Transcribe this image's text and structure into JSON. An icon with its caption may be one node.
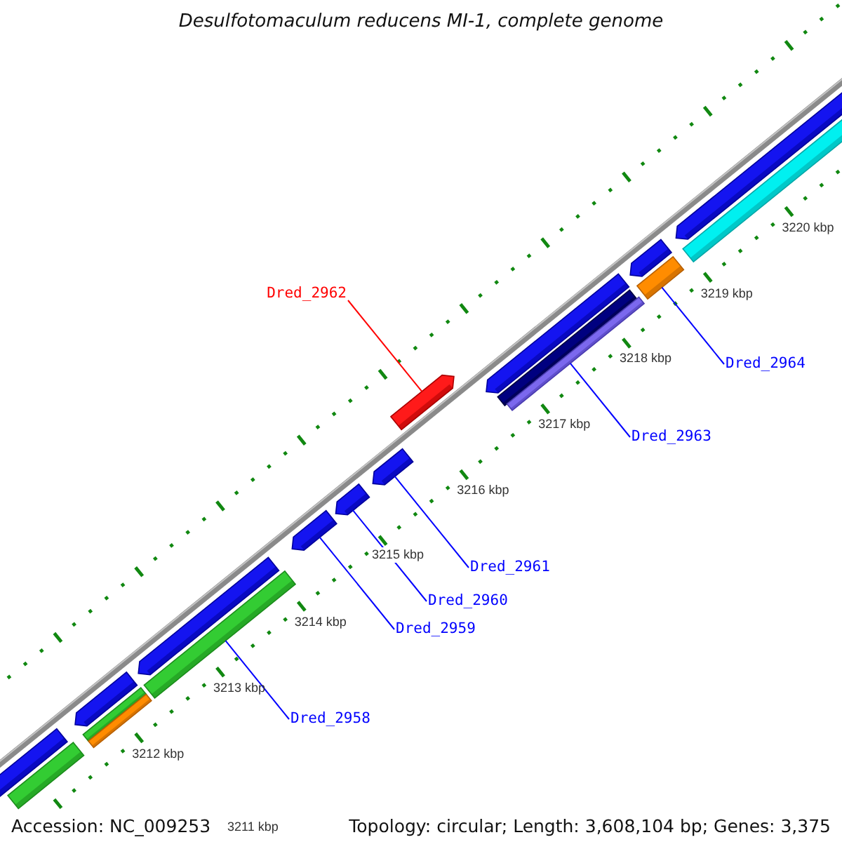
{
  "diagram": {
    "title": "Desulfotomaculum reducens MI-1, complete genome",
    "nodes": [
      {
        "text": [],
        "shape": "arrow"
      },
      {
        "text": [],
        "shape": "bar"
      },
      {
        "text": [],
        "shape": "arrow"
      },
      {
        "text": [],
        "shape": "bar"
      },
      {
        "text": [],
        "shape": "bar"
      },
      {
        "text": [],
        "shape": "arrow"
      },
      {
        "text": [],
        "shape": "bar"
      },
      {
        "text": [],
        "shape": "arrow"
      },
      {
        "text": [],
        "shape": "arrow"
      },
      {
        "text": [],
        "shape": "arrow"
      },
      {
        "text": [],
        "shape": "arrow"
      },
      {
        "text": [],
        "shape": "arrow"
      },
      {
        "text": [],
        "shape": "bar"
      },
      {
        "text": [],
        "shape": "bar"
      },
      {
        "text": [],
        "shape": "arrow"
      },
      {
        "text": [],
        "shape": "bar"
      },
      {
        "text": [],
        "shape": "arrow"
      },
      {
        "text": [],
        "shape": "bar"
      },
      {
        "text": [
          "Dred_2962"
        ]
      },
      {
        "text": [
          "Dred_2964"
        ]
      },
      {
        "text": [
          "Dred_2963"
        ]
      },
      {
        "text": [
          "Dred_2961"
        ]
      },
      {
        "text": [
          "Dred_2960"
        ]
      },
      {
        "text": [
          "Dred_2959"
        ]
      },
      {
        "text": [
          "Dred_2958"
        ]
      }
    ],
    "edges": [
      {
        "from": 18,
        "to": 10,
        "arrow": "none",
        "color": "#ff0000"
      },
      {
        "from": 19,
        "to": 15,
        "arrow": "none"
      },
      {
        "from": 20,
        "to": 13,
        "arrow": "none"
      },
      {
        "from": 21,
        "to": 9,
        "arrow": "none"
      },
      {
        "from": 22,
        "to": 8,
        "arrow": "none"
      },
      {
        "from": 23,
        "to": 7,
        "arrow": "none"
      },
      {
        "from": 24,
        "to": 6,
        "arrow": "none"
      }
    ],
    "labels": [
      "3220 kbp",
      "3219 kbp",
      "3218 kbp",
      "3217 kbp",
      "3216 kbp",
      "3215 kbp",
      "3214 kbp",
      "3213 kbp",
      "3212 kbp",
      "3211 kbp",
      "Accession: NC_009253",
      "Topology: circular; Length: 3,608,104 bp; Genes: 3,375"
    ]
  }
}
